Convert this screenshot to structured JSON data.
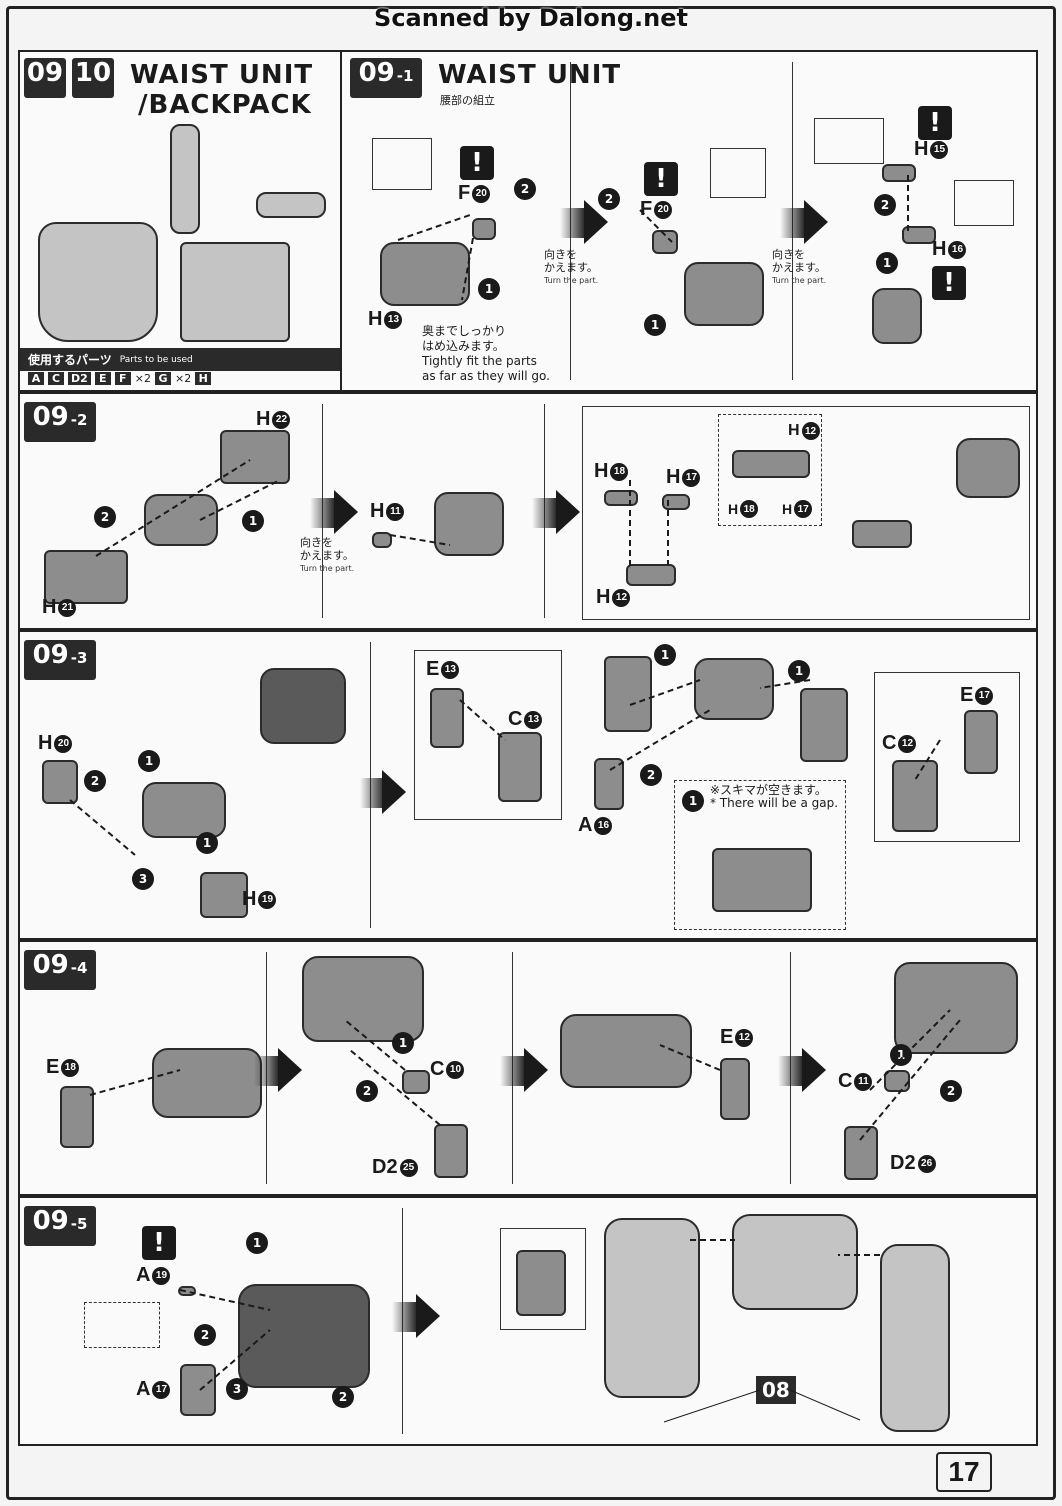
{
  "scanner_watermark": "Scanned by Dalong.net",
  "header": {
    "step_a": "09",
    "step_b": "10",
    "title_line1": "WAIST UNIT",
    "title_line2": "/BACKPACK",
    "parts_label": "使用するパーツ",
    "parts_label_en": "Parts to be used",
    "parts": [
      "A",
      "C",
      "D2",
      "E",
      "F",
      "G",
      "H"
    ],
    "parts_multiplier_F": "×2",
    "parts_multiplier_G": "×2"
  },
  "step_09_1": {
    "badge_main": "09",
    "badge_sub": "-1",
    "title": "WAIST UNIT",
    "title_jp": "腰部の組立",
    "label_F20a": "F",
    "num_20": "20",
    "label_H13": "H",
    "num_13": "13",
    "label_F20b": "F",
    "label_H15": "H",
    "num_15": "15",
    "label_H16": "H",
    "num_16": "16",
    "fit_note_jp_1": "奥までしっかり",
    "fit_note_jp_2": "はめ込みます。",
    "fit_note_en_1": "Tightly fit the parts",
    "fit_note_en_2": "as far as they will go.",
    "turn_jp_1": "向きを",
    "turn_jp_2": "かえます。",
    "turn_en": "Turn the part."
  },
  "step_09_2": {
    "badge_main": "09",
    "badge_sub": "-2",
    "label_H22": "H",
    "num_22": "22",
    "label_H21": "H",
    "num_21": "21",
    "label_H11": "H",
    "num_11": "11",
    "label_H18": "H",
    "num_18": "18",
    "label_H17": "H",
    "num_17": "17",
    "label_H12": "H",
    "num_12": "12"
  },
  "step_09_3": {
    "badge_main": "09",
    "badge_sub": "-3",
    "label_H20": "H",
    "num_20": "20",
    "label_H19": "H",
    "num_19": "19",
    "label_E13": "E",
    "num_13": "13",
    "label_C13": "C",
    "label_A16": "A",
    "num_16": "16",
    "label_C12": "C",
    "num_12": "12",
    "label_E17": "E",
    "num_17": "17",
    "gap_note_jp": "※スキマが空きます。",
    "gap_note_en": "* There will be a gap."
  },
  "step_09_4": {
    "badge_main": "09",
    "badge_sub": "-4",
    "label_E18": "E",
    "num_18": "18",
    "label_C10": "C",
    "num_10": "10",
    "label_D2_25": "D2",
    "num_25": "25",
    "label_E12": "E",
    "num_12": "12",
    "label_C11": "C",
    "num_11": "11",
    "label_D2_26": "D2",
    "num_26": "26"
  },
  "step_09_5": {
    "badge_main": "09",
    "badge_sub": "-5",
    "label_A19": "A",
    "num_19": "19",
    "label_A17": "A",
    "num_17": "17",
    "ref_step": "08"
  },
  "order_numbers": [
    "1",
    "2",
    "3"
  ],
  "warn_symbol": "!",
  "page_number": "17"
}
